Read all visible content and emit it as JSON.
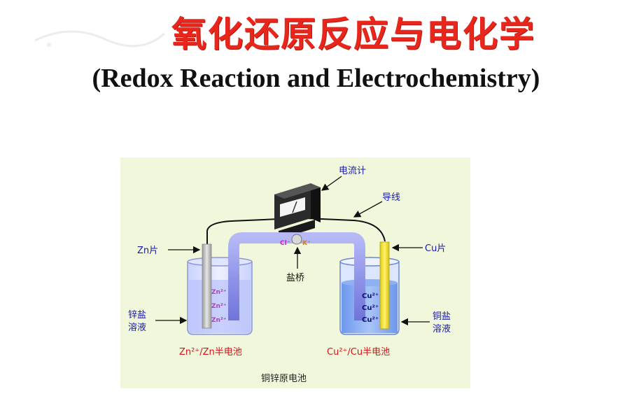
{
  "title_cn": "氧化还原反应与电化学",
  "title_en": "(Redox Reaction and Electrochemistry)",
  "diagram": {
    "galvanometer_label": "电流计",
    "wire_label": "导线",
    "zn_electrode_label": "Zn片",
    "cu_electrode_label": "Cu片",
    "salt_bridge_label": "盐桥",
    "left_solution_label": [
      "锌盐",
      "溶液"
    ],
    "right_solution_label": [
      "铜盐",
      "溶液"
    ],
    "left_half_cell_label": "Zn²⁺/Zn半电池",
    "right_half_cell_label": "Cu²⁺/Cu半电池",
    "caption": "铜锌原电池",
    "bridge_ions": [
      "Cl⁻",
      "K⁺"
    ],
    "left_ions": [
      "Zn²⁺",
      "Zn²⁺",
      "Zn²⁺"
    ],
    "right_ions": [
      "Cu²⁺",
      "Cu²⁺",
      "Cu²⁺"
    ],
    "colors": {
      "title_red": "#e8261b",
      "label_blue": "#1a1aa6",
      "label_red": "#d4141b",
      "panel_bg": "#f0f7da",
      "solution": "#7fa6f0",
      "bridge": "#8f93e8",
      "zn_electrode": "#b8b8b8",
      "cu_electrode": "#f2e32a"
    }
  }
}
